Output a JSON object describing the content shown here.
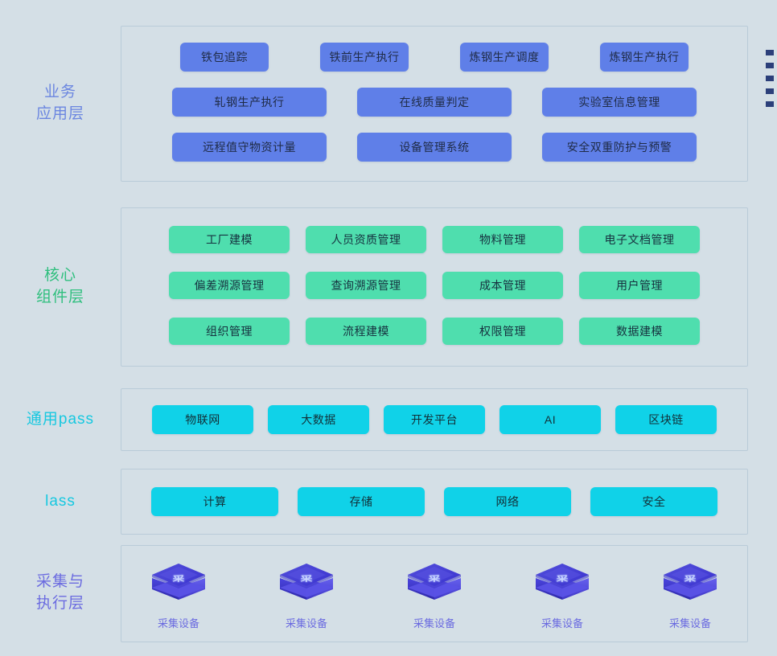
{
  "layers": [
    {
      "id": "business",
      "label": "业务\n应用层",
      "label_color": "#6b86e0",
      "chip_color": "#5f7fe8",
      "rows": [
        [
          "铁包追踪",
          "铁前生产执行",
          "炼钢生产调度",
          "炼钢生产执行"
        ],
        [
          "轧钢生产执行",
          "在线质量判定",
          "实验室信息管理"
        ],
        [
          "远程值守物资计量",
          "设备管理系统",
          "安全双重防护与预警"
        ]
      ]
    },
    {
      "id": "core",
      "label": "核心\n组件层",
      "label_color": "#2fbf7e",
      "chip_color": "#4fdeae",
      "rows": [
        [
          "工厂建模",
          "人员资质管理",
          "物料管理",
          "电子文档管理"
        ],
        [
          "偏差溯源管理",
          "查询溯源管理",
          "成本管理",
          "用户管理"
        ],
        [
          "组织管理",
          "流程建模",
          "权限管理",
          "数据建模"
        ]
      ]
    },
    {
      "id": "paas",
      "label": "通用pass",
      "label_color": "#16c8e0",
      "chip_color": "#10d2e8",
      "rows": [
        [
          "物联网",
          "大数据",
          "开发平台",
          "AI",
          "区块链"
        ]
      ]
    },
    {
      "id": "iaas",
      "label": "lass",
      "label_color": "#16c8e0",
      "chip_color": "#10d2e8",
      "rows": [
        [
          "计算",
          "存储",
          "网络",
          "安全"
        ]
      ]
    },
    {
      "id": "collect",
      "label": "采集与\n执行层",
      "label_color": "#6b6be0",
      "chip_color": "#5a5ae0",
      "devices": [
        {
          "glyph": "采",
          "label": "采集设备"
        },
        {
          "glyph": "采",
          "label": "采集设备"
        },
        {
          "glyph": "采",
          "label": "采集设备"
        },
        {
          "glyph": "采",
          "label": "采集设备"
        },
        {
          "glyph": "采",
          "label": "采集设备"
        }
      ]
    }
  ],
  "edge_bullets": {
    "count": 5,
    "color": "#2b3f7a"
  },
  "palette": {
    "page_background": "#d4dfe6",
    "panel_border": "#b9cbd8",
    "chip_text": "#1f2b46"
  }
}
